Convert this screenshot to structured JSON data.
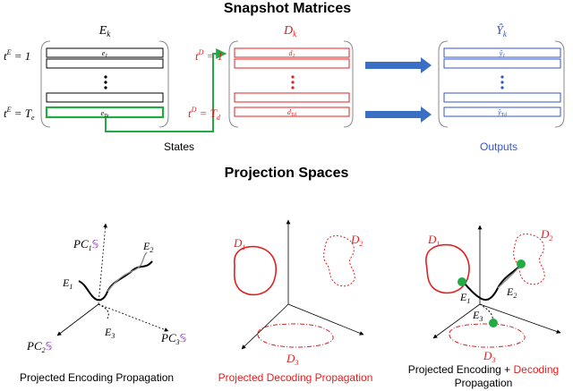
{
  "headings": {
    "snapshot": "Snapshot Matrices",
    "projection": "Projection Spaces"
  },
  "colors": {
    "encoding": "#000000",
    "decoding": "#e02020",
    "output": "#3355cc",
    "link": "#22aa44",
    "arrow": "#3a6fc4",
    "pc_mark": "#8e3bc4"
  },
  "matrices": {
    "encoding": {
      "title": "E",
      "title_sub": "k",
      "row_first": "e",
      "row_first_sub": "1",
      "row_last": "e",
      "row_last_sub": "Te",
      "t_top": "t",
      "t_top_sup": "E",
      "t_top_eq": " = 1",
      "t_bot": "t",
      "t_bot_sup": "E",
      "t_bot_eq": " = T",
      "t_bot_sub": "e",
      "caption": "States"
    },
    "decoding": {
      "title": "D",
      "title_sub": "k",
      "row_first": "d",
      "row_first_sub": "1",
      "row_last": "d",
      "row_last_sub": "Td",
      "t_top": "t",
      "t_top_sup": "D",
      "t_top_eq": " = 1",
      "t_bot": "t",
      "t_bot_sup": "D",
      "t_bot_eq": " = T",
      "t_bot_sub": "d"
    },
    "output": {
      "title": "Ŷ",
      "title_sub": "k",
      "row_first": "ŷ",
      "row_first_sub": "1",
      "row_last": "ŷ",
      "row_last_sub": "Td",
      "caption": "Outputs"
    }
  },
  "panels": {
    "encoding": {
      "caption": "Projected Encoding Propagation",
      "pc1": "PC",
      "pc1_sub": "1",
      "pc2": "PC",
      "pc2_sub": "2",
      "pc3": "PC",
      "pc3_sub": "3",
      "pc_mark": "𝕊",
      "e1": "E",
      "e1_sub": "1",
      "e2": "E",
      "e2_sub": "2",
      "e3": "E",
      "e3_sub": "3"
    },
    "decoding": {
      "caption": "Projected Decoding Propagation",
      "d1": "D",
      "d1_sub": "1",
      "d2": "D",
      "d2_sub": "2",
      "d3": "D",
      "d3_sub": "3"
    },
    "combined": {
      "caption_line1_a": "Projected Encoding + ",
      "caption_line1_b": "Decoding",
      "caption_line2": "Propagation",
      "d1": "D",
      "d1_sub": "1",
      "d2": "D",
      "d2_sub": "2",
      "d3": "D",
      "d3_sub": "3",
      "e1": "E",
      "e1_sub": "1",
      "e2": "E",
      "e2_sub": "2",
      "e3": "E",
      "e3_sub": "3"
    }
  }
}
